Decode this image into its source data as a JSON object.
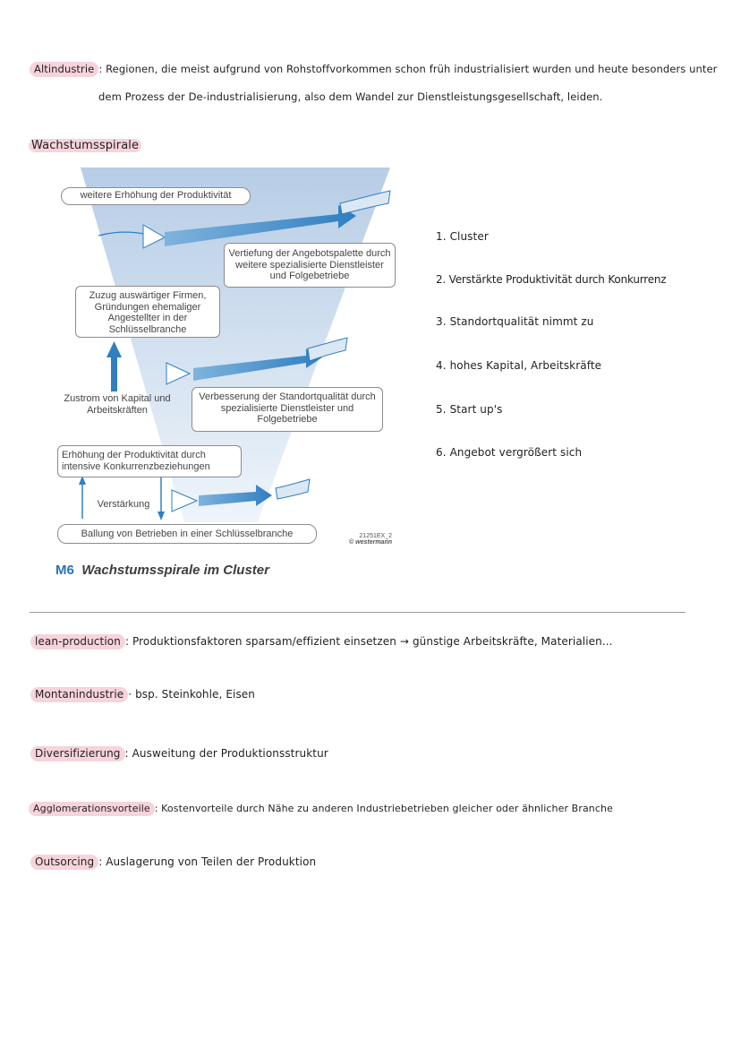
{
  "header": {
    "term": "Altindustrie",
    "line1": ": Regionen, die meist aufgrund von Rohstoffvorkommen schon früh industrialisiert wurden und heute besonders unter",
    "line2": "dem Prozess der De-industrialisierung, also dem Wandel zur Dienstleistungsgesellschaft, leiden."
  },
  "section_title": "Wachstumsspirale",
  "figure": {
    "box_top": "weitere Erhöhung der Produktivität",
    "box_vertiefung": "Vertiefung der Angebotspalette durch weitere spezialisierte Dienstleister und Folgebetriebe",
    "box_zuzug": "Zuzug auswärtiger Firmen, Gründungen ehemaliger Angestellter in der Schlüsselbranche",
    "label_zustrom": "Zustrom von Kapital und Arbeitskräften",
    "box_verbesserung": "Verbesserung der Standortqualität durch spezialisierte Dienstleister und Folgebetriebe",
    "box_erhoehung": "Erhöhung der Produktivität durch intensive Konkurrenzbeziehungen",
    "label_verstaerkung": "Verstärkung",
    "box_ballung": "Ballung von Betrieben in einer Schlüsselbranche",
    "credit_code": "21251EX_2",
    "credit_publisher": "© westermann",
    "caption_id": "M6",
    "caption_title": "Wachstumsspirale im Cluster",
    "colors": {
      "funnel_top": "#b7cde6",
      "funnel_bottom": "#e9f1f9",
      "arrow": "#2f7fc1",
      "caption": "#2a70b8"
    }
  },
  "list": [
    "1. Cluster",
    "2. Verstärkte Produktivität durch Konkurrenz",
    "3. Standortqualität nimmt zu",
    "4. hohes Kapital, Arbeitskräfte",
    "5. Start up's",
    "6. Angebot vergrößert sich"
  ],
  "definitions": [
    {
      "term": "lean-production",
      "text": ": Produktionsfaktoren sparsam/effizient einsetzen → günstige Arbeitskräfte, Materialien..."
    },
    {
      "term": "Montanindustrie",
      "text": "· bsp. Steinkohle, Eisen"
    },
    {
      "term": "Diversifizierung",
      "text": ": Ausweitung der Produktionsstruktur"
    },
    {
      "term": "Agglomerationsvorteile",
      "text": ": Kostenvorteile durch Nähe zu anderen Industriebetrieben gleicher oder ähnlicher Branche"
    },
    {
      "term": "Outsorcing",
      "text": ": Auslagerung von Teilen der Produktion"
    }
  ]
}
